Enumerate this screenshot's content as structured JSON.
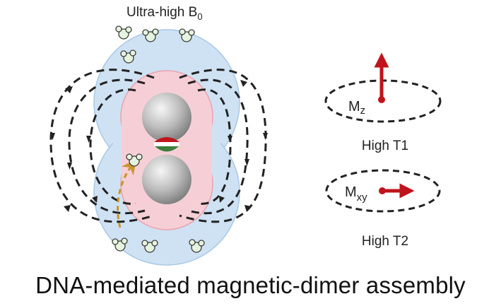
{
  "diagram": {
    "field_label": "Ultra-high B",
    "field_label_sub": "0",
    "mz_label": "M",
    "mz_sub": "z",
    "t1_label": "High T1",
    "mxy_label": "M",
    "mxy_sub": "xy",
    "t2_label": "High T2",
    "caption": "DNA-mediated magnetic-dimer assembly",
    "colors": {
      "outer_shell": "#cfe2f3",
      "outer_shell_stroke": "#a9c8e6",
      "inner_shell": "#f6cfd6",
      "inner_shell_stroke": "#e8a3b0",
      "particle": "#b5b5b5",
      "dna_red": "#c0141b",
      "dna_green": "#3b7d3a",
      "field_lines": "#222222",
      "water_path": "#c8952a",
      "vector": "#c0141b"
    },
    "icons": [
      "water-molecule-icon",
      "field-line-arrow-icon",
      "magnetization-arrow-icon"
    ]
  }
}
